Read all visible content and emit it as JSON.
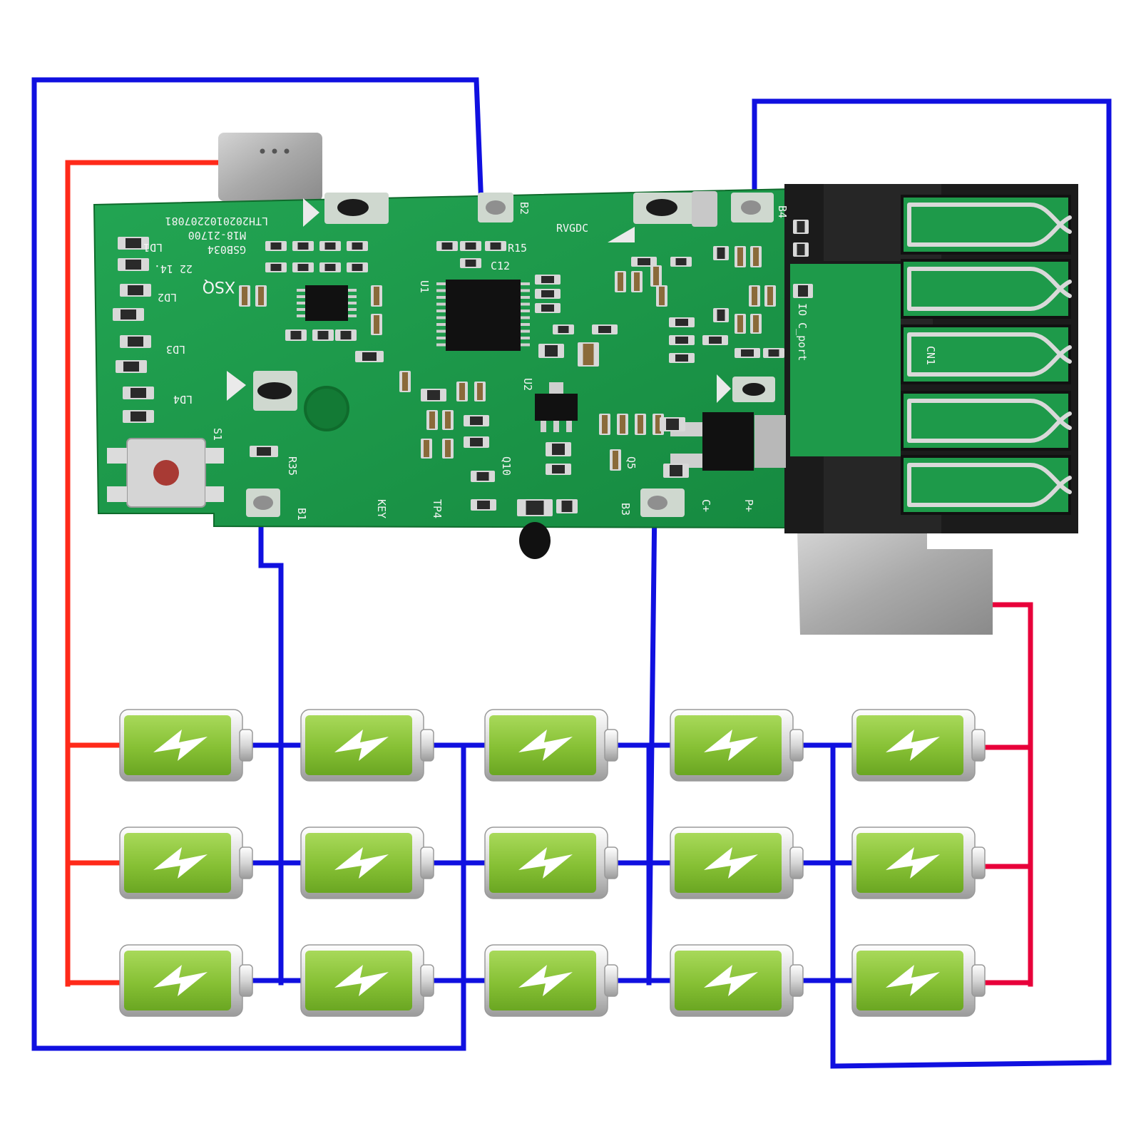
{
  "board": {
    "silkscreen_line1": "LTH2020102207081",
    "silkscreen_line2": "M18-21700",
    "silkscreen_line3": "GSB034",
    "silkscreen_line4": "22 14.",
    "silkscreen_brand": "XSQ",
    "label_b1": "B1",
    "label_b2": "B2",
    "label_b3": "B3",
    "label_b4": "B4",
    "label_key": "KEY",
    "label_rvgdc": "RVGDC",
    "label_io_port": "IO C_port",
    "label_cn1": "CN1",
    "label_u1": "U1",
    "label_u2": "U2",
    "label_r35": "R35",
    "label_s1": "S1",
    "label_c12": "C12",
    "label_r15": "R15",
    "label_cplus": "C+",
    "label_pplus": "P+",
    "label_tp4": "TP4",
    "label_q10": "Q10",
    "label_q5": "Q5",
    "label_ld1": "LD1",
    "label_ld2": "LD2",
    "label_ld3": "LD3",
    "label_ld4": "LD4"
  },
  "wiring": {
    "positive_color": "#ff2a1a",
    "negative_color": "#e8003a",
    "balance_color": "#1010e0"
  },
  "cells": {
    "rows": 3,
    "columns": 5,
    "body_color": "#8cc63f",
    "icon": "lightning-bolt-icon"
  },
  "colors": {
    "pcb": "#1e9a4a",
    "connector": "#1a1a1a",
    "nickel_tab": "#b9b9b9"
  }
}
